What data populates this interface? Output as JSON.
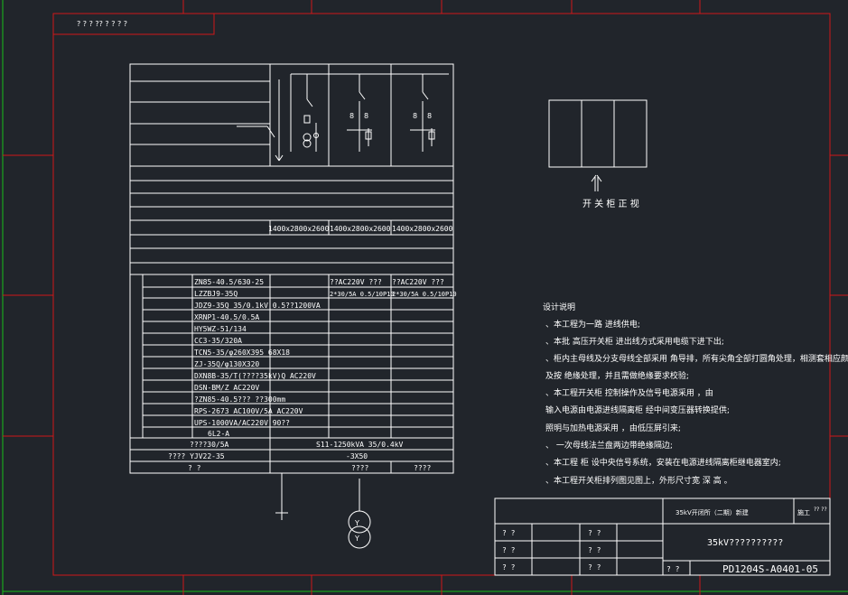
{
  "title_tab": {
    "label": "? ? ? ?? ? ? ? ?"
  },
  "cabinet_dims": [
    "1400x2800x2600",
    "1400x2800x2600",
    "1400x2800x2600"
  ],
  "cabinet_specs": {
    "col2_row1": "??AC220V  ???",
    "col3_row1": "??AC220V  ???",
    "col2_row2": "2*30/5A  0.5/10P10",
    "col3_row2": "2*30/5A  0.5/10P10"
  },
  "equipment": [
    "ZN85-40.5/630-25",
    "LZZBJ9-35Q",
    "JDZ9-35Q  35/0.1kV  0.5??1200VA",
    "XRNP1-40.5/0.5A",
    "HY5WZ-51/134",
    "CC3-35/320A",
    "TCN5-35/φ260X395  68X18",
    "ZJ-35Q/φ130X320",
    "DXN8B-35/T(????35kV)Q  AC220V",
    "DSN-BM/Z  AC220V",
    "?ZN85-40.5???  ??300mm",
    "RPS-2673  AC100V/5A  AC220V",
    "UPS-1000VA/AC220V  90??",
    "6L2-A"
  ],
  "bottom_rows": {
    "r1_left": "????30/5A",
    "r1_right": "S11-1250kVA  35/0.4kV",
    "r2_left": "????  YJV22-35",
    "r2_right": "-3X50",
    "r3_left": "?  ?",
    "r3_mid": "????",
    "r3_right": "????"
  },
  "front_view": {
    "caption": "开 关 柜 正 视"
  },
  "notes": {
    "heading": "设计说明",
    "lines": [
      "、本工程为一路        进线供电;",
      "、本批        高压开关柜                       进出线方式采用电缆下进下出;",
      "、柜内主母线及分支母线全部采用    角导排，所有尖角全部打圆角处理，相测套相应颜",
      "    及按                绝缘处理，并且需做绝缘要求校验;",
      "、本工程开关柜        控制操作及信号电源采用                ，由",
      "        输入电源由电源进线隔离柜    经中间变压器转换提供;",
      "    照明与加热电源采用                ，由低压屏引来;",
      "、                  一次母线法兰盘两边带绝缘隔边;",
      "、本工程    柜  设中央信号系统，安装在电源进线隔离柜继电器室内;",
      "、本工程开关柜排列图见图上，外形尺寸宽        深        高            。"
    ]
  },
  "title_block": {
    "project": "35kV开闭所（二期）新建",
    "stage_label": "施工",
    "stage_suffix": "??\n??",
    "drawing_name": "35kV??????????",
    "drawing_no": "PD1204S-A0401-05",
    "sign_rows": [
      "? ?",
      "? ?",
      "? ?"
    ],
    "sign_rows_mid": [
      "? ?",
      "? ?",
      "? ?"
    ],
    "sheet_label": "? ?"
  },
  "colors": {
    "background": "#21252b",
    "border": "#d01818",
    "accent": "#18c018",
    "lines": "#ffffff"
  }
}
